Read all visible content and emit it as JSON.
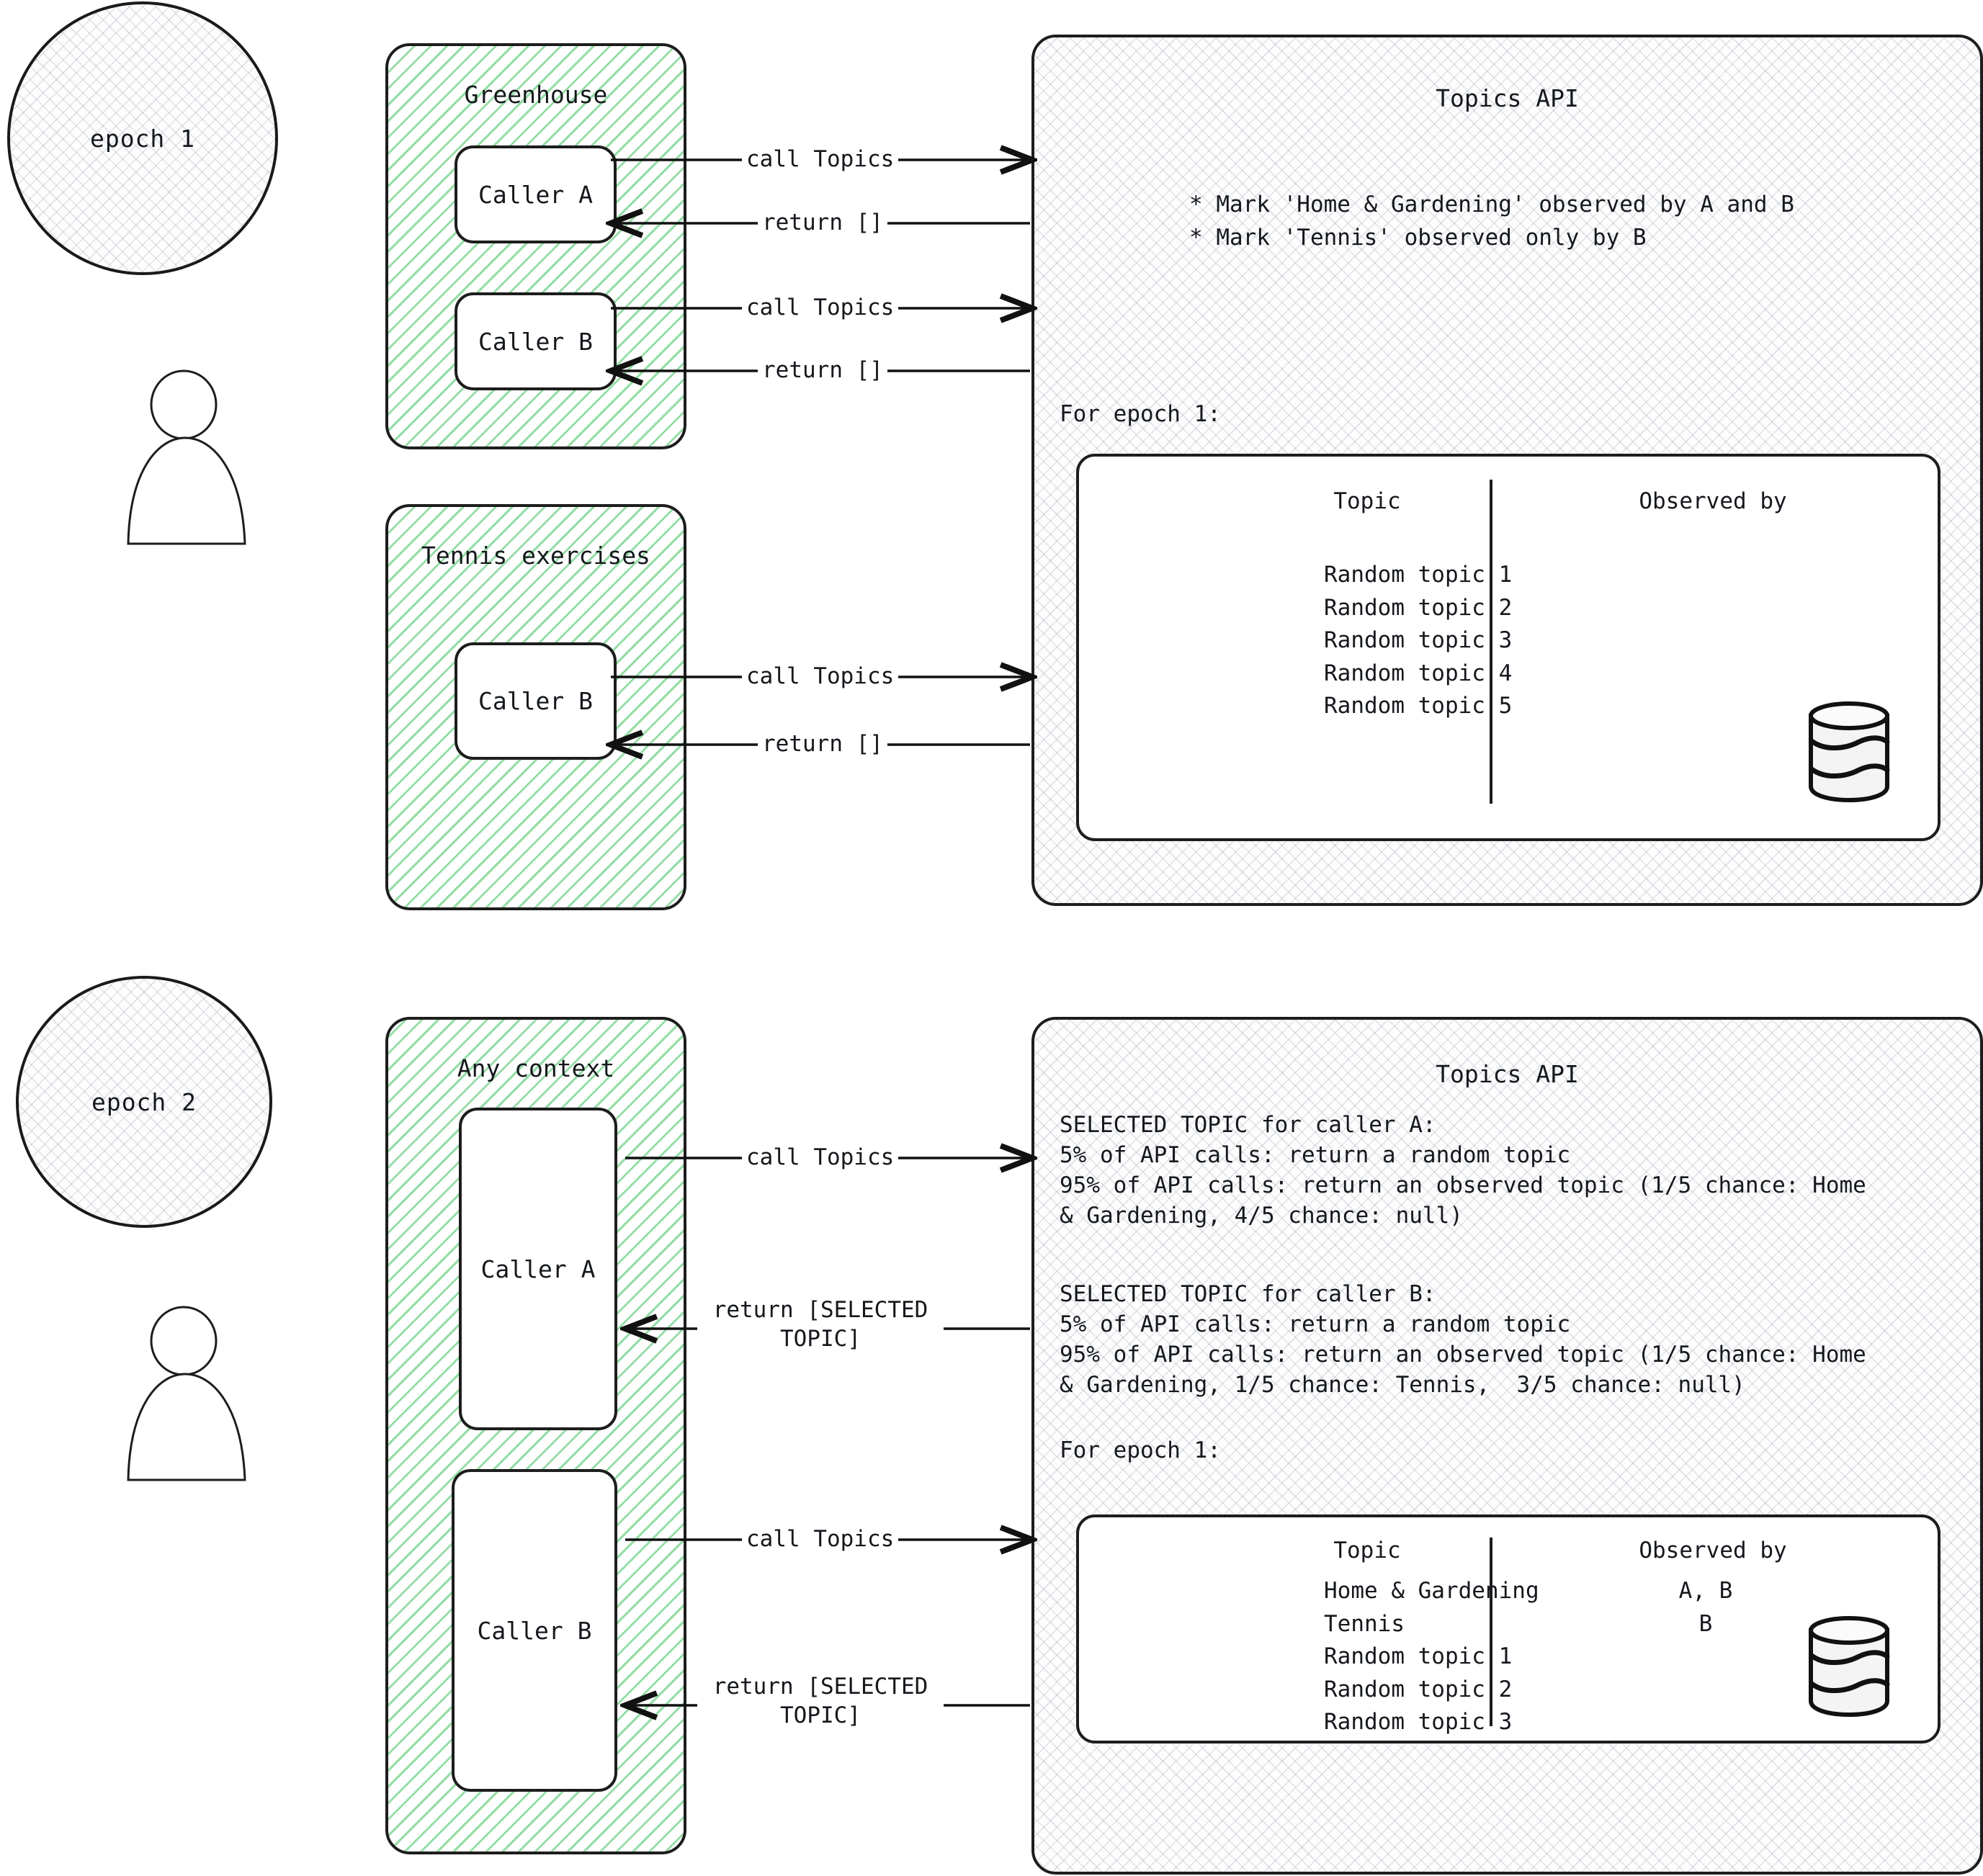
{
  "diagram": {
    "title": "Topics API epochs walkthrough",
    "accent_green": "#82d796",
    "ink": "#1d1d1d"
  },
  "epoch1": {
    "circle_label": "epoch 1",
    "contexts": [
      {
        "name": "Greenhouse",
        "callers": [
          {
            "label": "Caller A",
            "call_label": "call Topics",
            "return_label": "return []"
          },
          {
            "label": "Caller B",
            "call_label": "call Topics",
            "return_label": "return []"
          }
        ]
      },
      {
        "name": "Tennis exercises",
        "callers": [
          {
            "label": "Caller B",
            "call_label": "call Topics",
            "return_label": "return []"
          }
        ]
      }
    ],
    "api": {
      "title": "Topics API",
      "bullets": [
        "* Mark 'Home & Gardening' observed by A and B",
        "* Mark 'Tennis' observed only by B"
      ],
      "table_caption": "For epoch 1:",
      "table": {
        "columns": [
          "Topic",
          "Observed by"
        ],
        "rows": [
          {
            "topic": "Random topic 1",
            "observed_by": ""
          },
          {
            "topic": "Random topic 2",
            "observed_by": ""
          },
          {
            "topic": "Random topic 3",
            "observed_by": ""
          },
          {
            "topic": "Random topic 4",
            "observed_by": ""
          },
          {
            "topic": "Random topic 5",
            "observed_by": ""
          }
        ],
        "topic_cells": "Random topic 1\nRandom topic 2\nRandom topic 3\nRandom topic 4\nRandom topic 5",
        "observed_cells": "",
        "storage_icon": "database-cylinder-icon"
      }
    }
  },
  "epoch2": {
    "circle_label": "epoch 2",
    "contexts": [
      {
        "name": "Any context",
        "callers": [
          {
            "label": "Caller A",
            "call_label": "call Topics",
            "return_label": "return [SELECTED\nTOPIC]"
          },
          {
            "label": "Caller B",
            "call_label": "call Topics",
            "return_label": "return [SELECTED\nTOPIC]"
          }
        ]
      }
    ],
    "api": {
      "title": "Topics API",
      "blocks": [
        {
          "heading": "SELECTED TOPIC for caller A:",
          "lines": [
            "5% of API calls: return a random topic",
            "95% of API calls: return an observed topic (1/5 chance: Home",
            "& Gardening, 4/5 chance: null)"
          ]
        },
        {
          "heading": "SELECTED TOPIC for caller B:",
          "lines": [
            "5% of API calls: return a random topic",
            "95% of API calls: return an observed topic (1/5 chance: Home",
            "& Gardening, 1/5 chance: Tennis,  3/5 chance: null)"
          ]
        }
      ],
      "caller_a_text": "SELECTED TOPIC for caller A:\n5% of API calls: return a random topic\n95% of API calls: return an observed topic (1/5 chance: Home\n& Gardening, 4/5 chance: null)",
      "caller_b_text": "SELECTED TOPIC for caller B:\n5% of API calls: return a random topic\n95% of API calls: return an observed topic (1/5 chance: Home\n& Gardening, 1/5 chance: Tennis,  3/5 chance: null)",
      "table_caption": "For epoch 1:",
      "table": {
        "columns": [
          "Topic",
          "Observed by"
        ],
        "rows": [
          {
            "topic": "Home & Gardening",
            "observed_by": "A, B"
          },
          {
            "topic": "Tennis",
            "observed_by": "B"
          },
          {
            "topic": "Random topic 1",
            "observed_by": ""
          },
          {
            "topic": "Random topic 2",
            "observed_by": ""
          },
          {
            "topic": "Random topic 3",
            "observed_by": ""
          }
        ],
        "topic_cells": "Home & Gardening\nTennis\nRandom topic 1\nRandom topic 2\nRandom topic 3",
        "observed_cells": "A, B\nB",
        "storage_icon": "database-cylinder-icon"
      }
    }
  }
}
